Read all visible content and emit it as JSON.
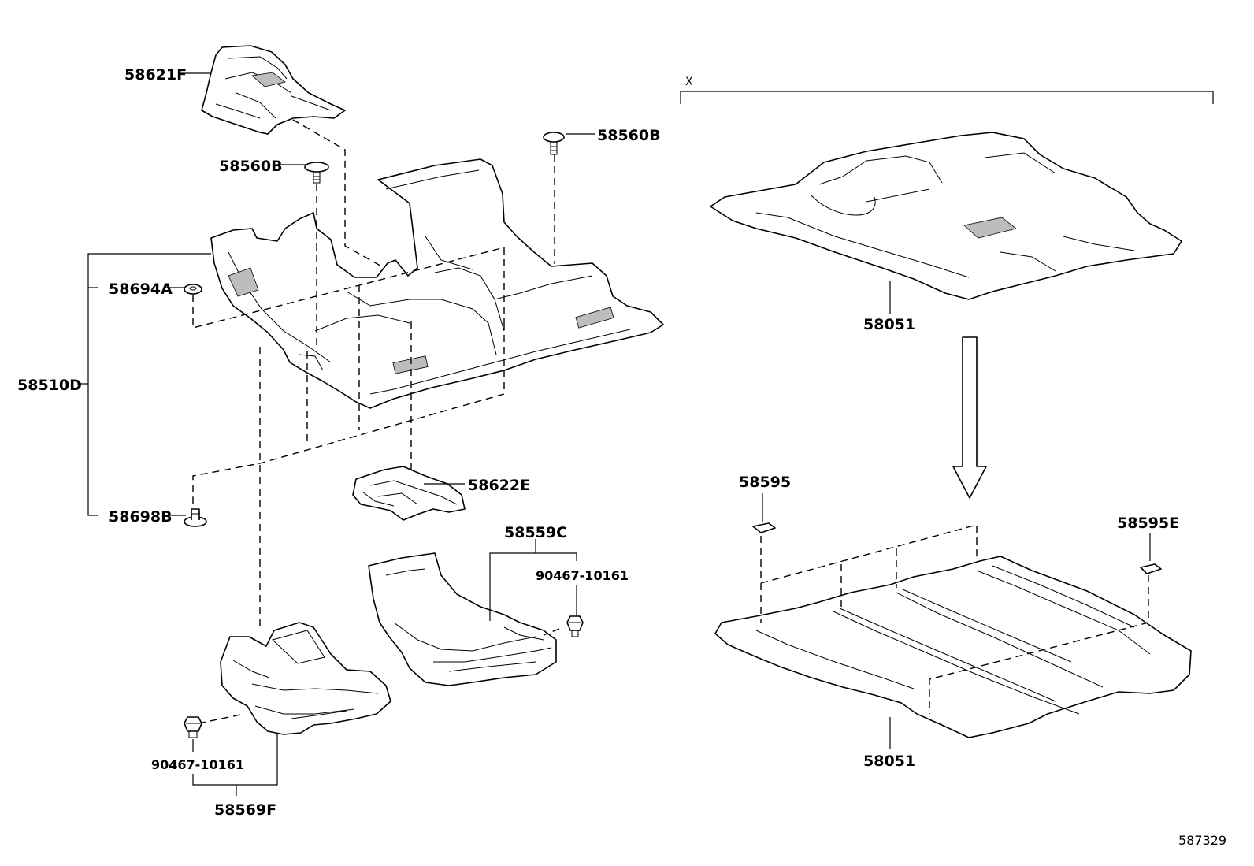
{
  "labels": {
    "p58621F": "58621F",
    "p58560B_left": "58560B",
    "p58560B_right": "58560B",
    "p58694A": "58694A",
    "p58510D": "58510D",
    "p58698B": "58698B",
    "p58622E": "58622E",
    "p58559C": "58559C",
    "p90467_right": "90467-10161",
    "p90467_left": "90467-10161",
    "p58569F": "58569F",
    "p58051_top": "58051",
    "p58051_bottom": "58051",
    "p58595": "58595",
    "p58595E": "58595E",
    "variant_marker": "X",
    "diagram_id": "587329"
  }
}
